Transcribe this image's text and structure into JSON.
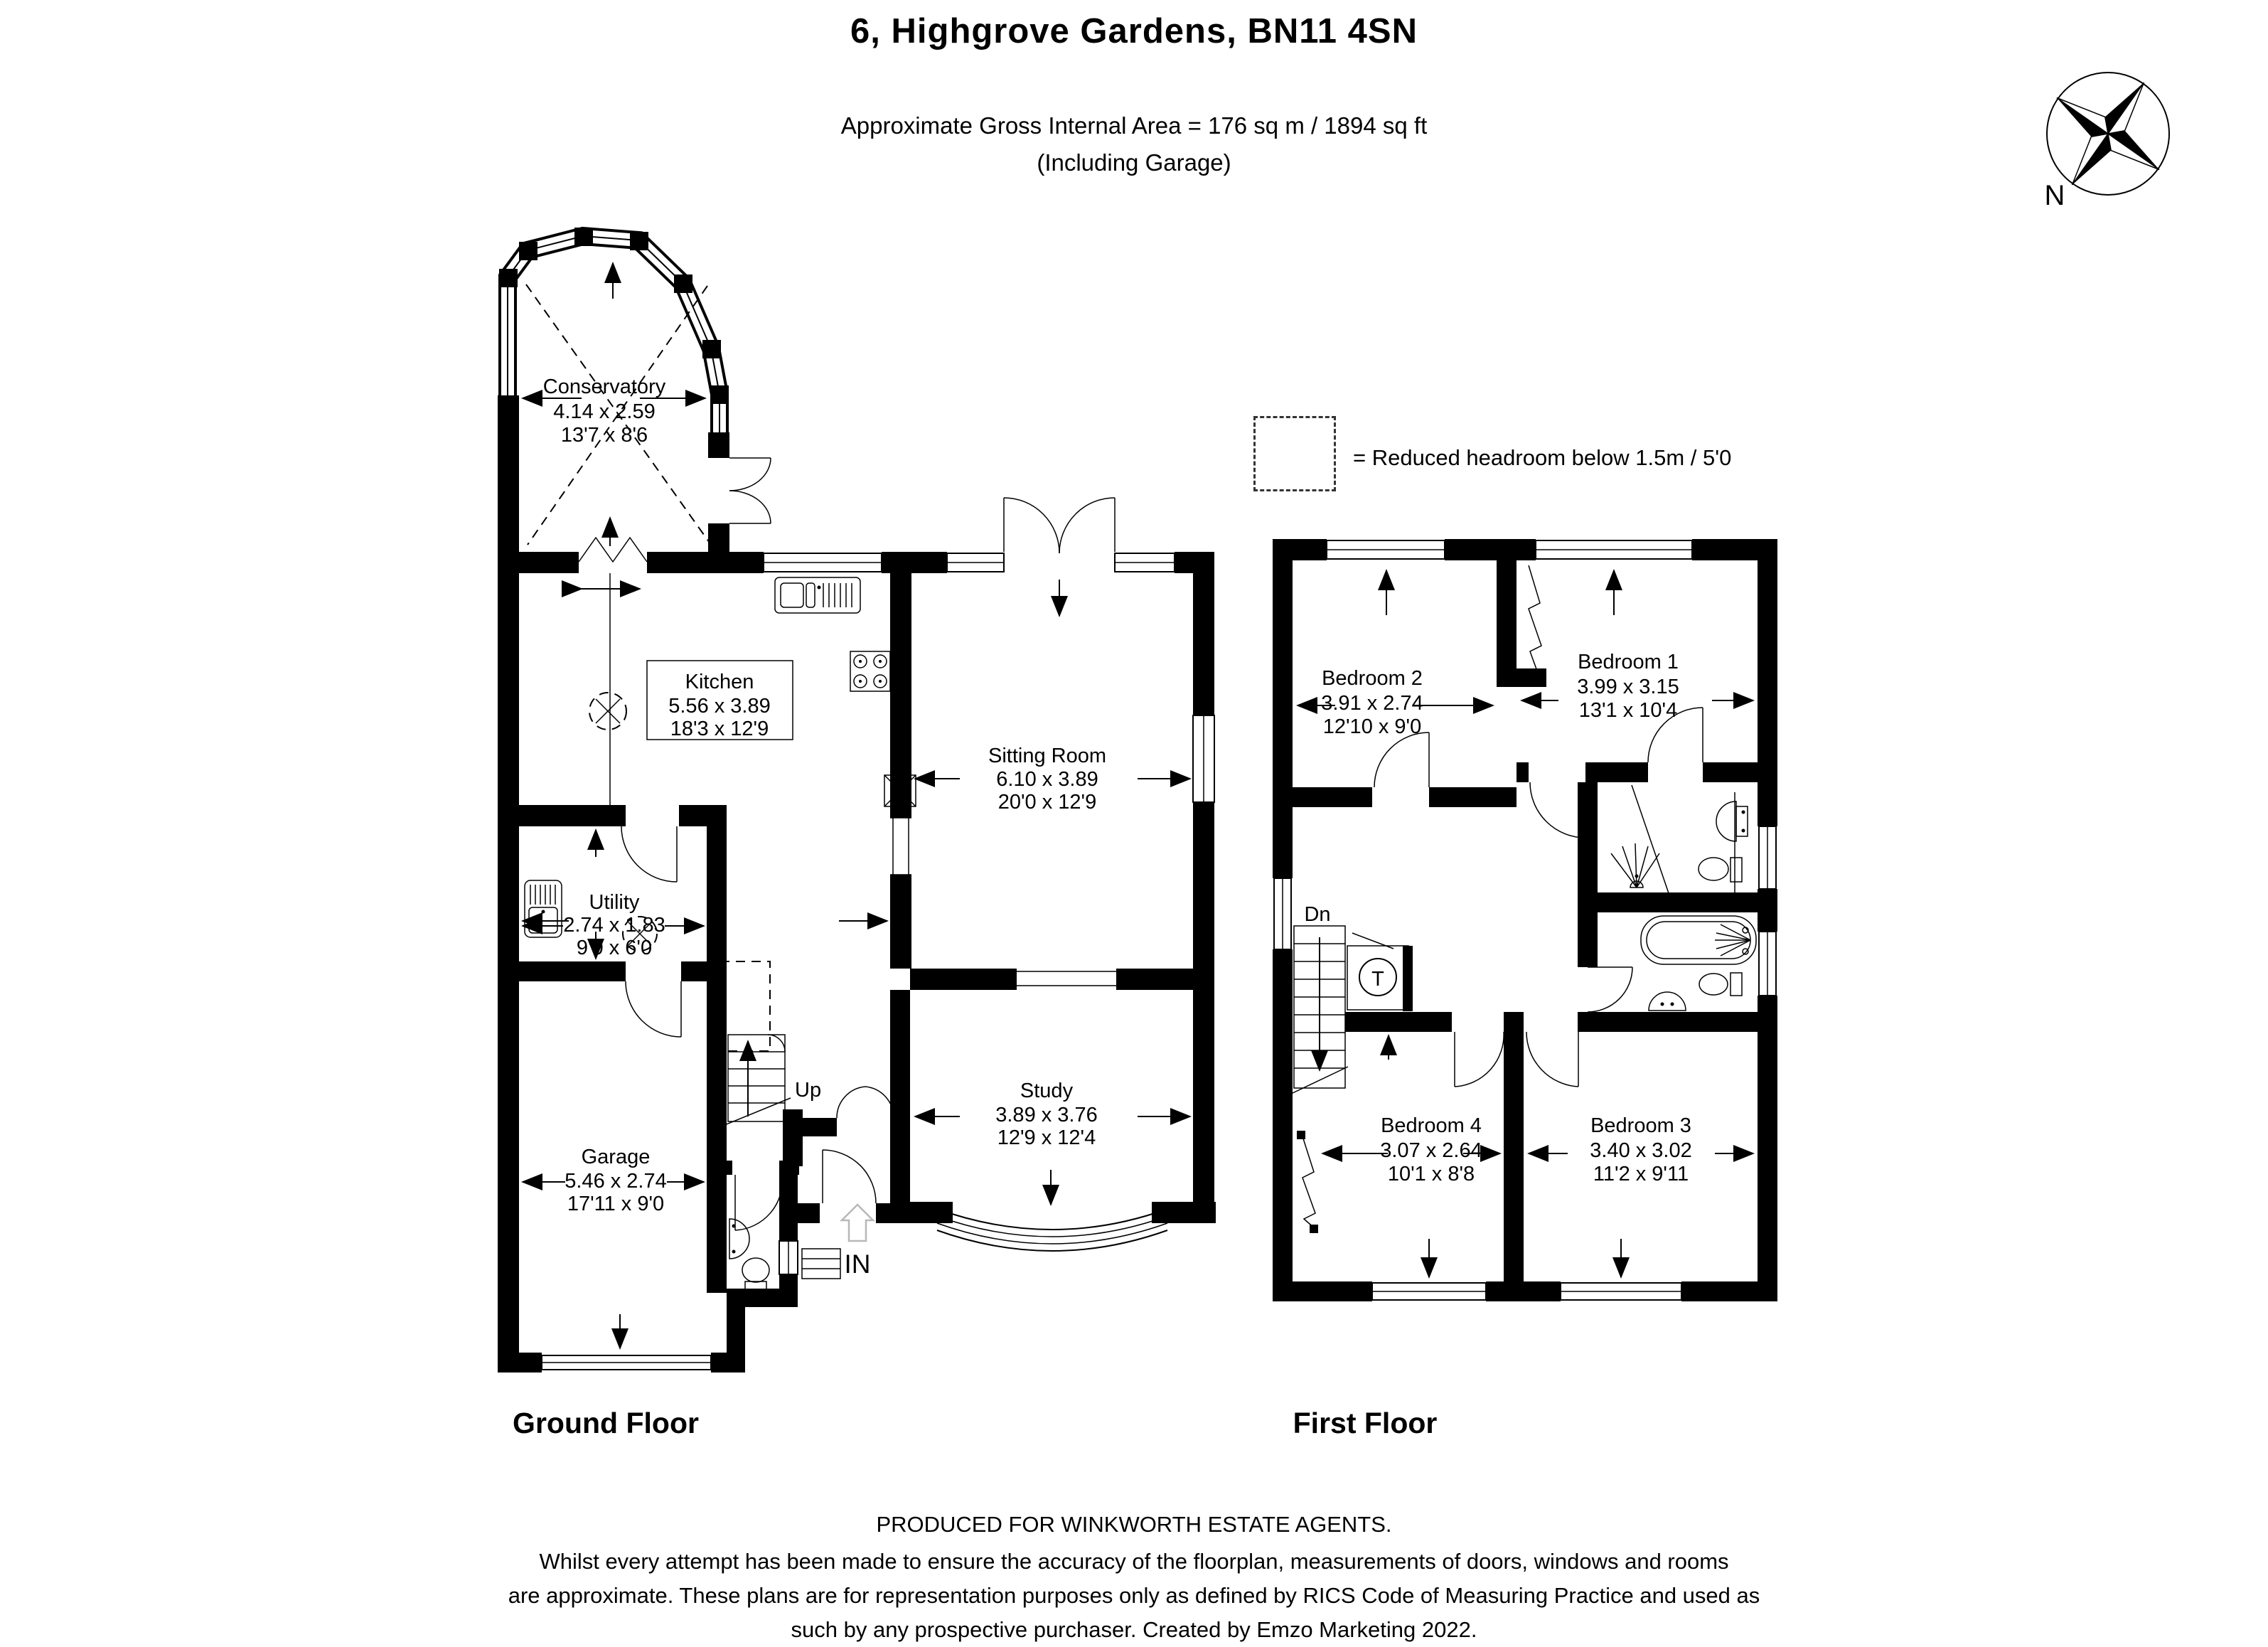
{
  "header": {
    "title": "6, Highgrove Gardens, BN11 4SN",
    "subtitle": "Approximate Gross Internal Area = 176 sq m / 1894 sq ft",
    "subtitle2": "(Including Garage)"
  },
  "compass": {
    "north_label": "N"
  },
  "legend": {
    "label": "= Reduced headroom below 1.5m / 5'0"
  },
  "ground_floor": {
    "label": "Ground Floor",
    "rooms": {
      "conservatory": {
        "name": "Conservatory",
        "metric": "4.14 x 2.59",
        "imperial": "13'7 x 8'6"
      },
      "kitchen": {
        "name": "Kitchen",
        "metric": "5.56 x 3.89",
        "imperial": "18'3 x 12'9"
      },
      "sitting_room": {
        "name": "Sitting Room",
        "metric": "6.10 x 3.89",
        "imperial": "20'0 x 12'9"
      },
      "utility": {
        "name": "Utility",
        "metric": "2.74 x 1.83",
        "imperial": "9'0 x 6'0"
      },
      "garage": {
        "name": "Garage",
        "metric": "5.46 x 2.74",
        "imperial": "17'11 x 9'0"
      },
      "study": {
        "name": "Study",
        "metric": "3.89 x 3.76",
        "imperial": "12'9 x 12'4"
      }
    },
    "annotations": {
      "stairs": "Up",
      "entrance": "IN"
    }
  },
  "first_floor": {
    "label": "First Floor",
    "rooms": {
      "bedroom1": {
        "name": "Bedroom 1",
        "metric": "3.99 x 3.15",
        "imperial": "13'1 x 10'4"
      },
      "bedroom2": {
        "name": "Bedroom 2",
        "metric": "3.91 x 2.74",
        "imperial": "12'10 x 9'0"
      },
      "bedroom3": {
        "name": "Bedroom 3",
        "metric": "3.40 x 3.02",
        "imperial": "11'2 x 9'11"
      },
      "bedroom4": {
        "name": "Bedroom 4",
        "metric": "3.07 x 2.64",
        "imperial": "10'1 x 8'8"
      }
    },
    "annotations": {
      "stairs": "Dn",
      "tank": "T"
    }
  },
  "footer": {
    "line1": "PRODUCED FOR WINKWORTH ESTATE AGENTS.",
    "line2": "Whilst every attempt has been made to ensure the accuracy of the floorplan, measurements of doors, windows and rooms",
    "line3": "are approximate. These plans are for representation purposes only as defined by RICS Code of Measuring Practice and used as",
    "line4": "such by any prospective purchaser. Created by Emzo Marketing 2022."
  },
  "colors": {
    "wall": "#000000",
    "background": "#ffffff",
    "entrance_arrow": "#b8b8b8"
  }
}
